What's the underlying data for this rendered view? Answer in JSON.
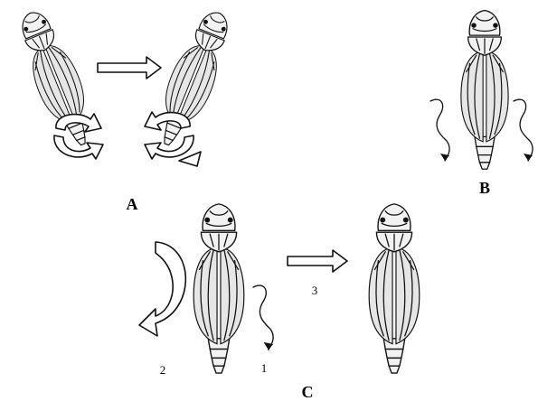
{
  "panels": {
    "a": {
      "label": "A"
    },
    "b": {
      "label": "B"
    },
    "c": {
      "label": "C"
    }
  },
  "steps": {
    "one": "1",
    "two": "2",
    "three": "3"
  },
  "colors": {
    "ink": "#111111",
    "shading": "#e6e6e6",
    "background": "#ffffff"
  }
}
